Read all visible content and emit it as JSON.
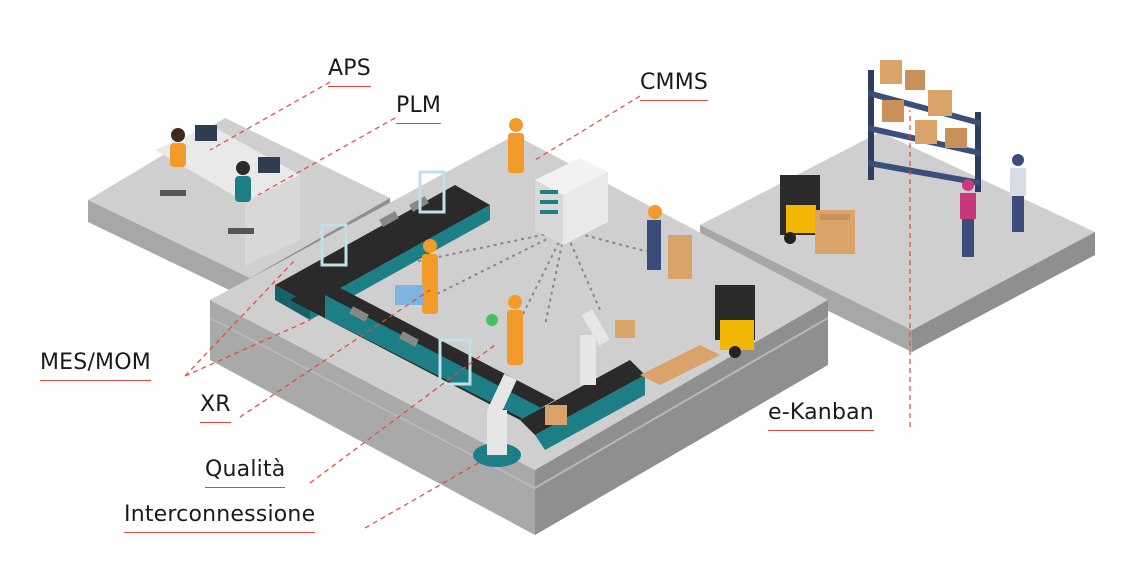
{
  "labels": {
    "aps": "APS",
    "plm": "PLM",
    "cmms": "CMMS",
    "mes_mom": "MES/MOM",
    "xr": "XR",
    "qualita": "Qualità",
    "interconnessione": "Interconnessione",
    "e_kanban": "e-Kanban"
  },
  "colors": {
    "leader_line": "#e8453c",
    "platform_top": "#cfcfcf",
    "platform_side": "#a9a9a9",
    "conveyor_teal": "#1c7f86",
    "worker_orange": "#f29b2a",
    "box_brown": "#d9a36a"
  }
}
